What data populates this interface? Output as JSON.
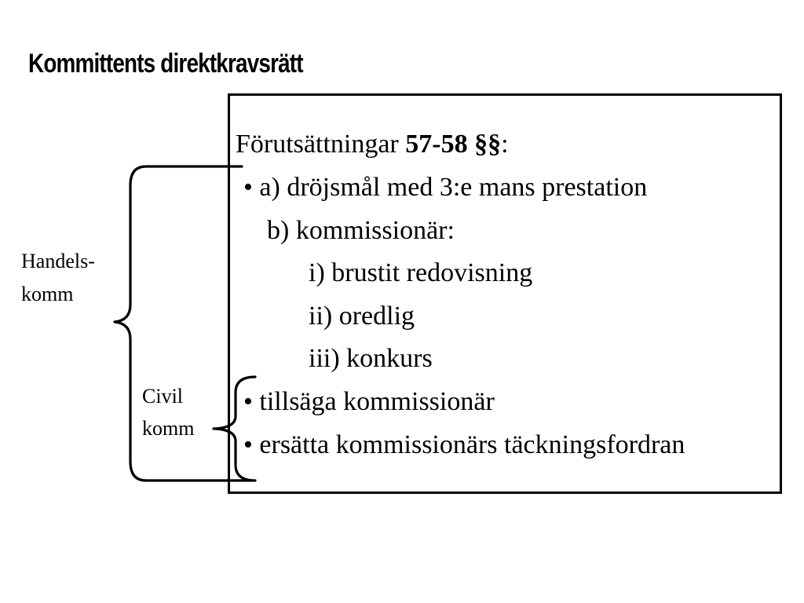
{
  "title": "Kommittents direktkravsrätt",
  "box": {
    "heading": {
      "text": "Förutsättningar ",
      "bold_text": "57-58 §§",
      "suffix": ":"
    },
    "lines": [
      "• a) dröjsmål med 3:e mans prestation",
      "b) kommissionär:",
      "i) brustit redovisning",
      "ii) oredlig",
      "iii) konkurs",
      "• tillsäga kommissionär",
      "• ersätta kommissionärs täckningsfordran"
    ]
  },
  "labels": {
    "handels_line1": "Handels-",
    "handels_line2": "komm",
    "civil_line1": "Civil",
    "civil_line2": "komm"
  }
}
